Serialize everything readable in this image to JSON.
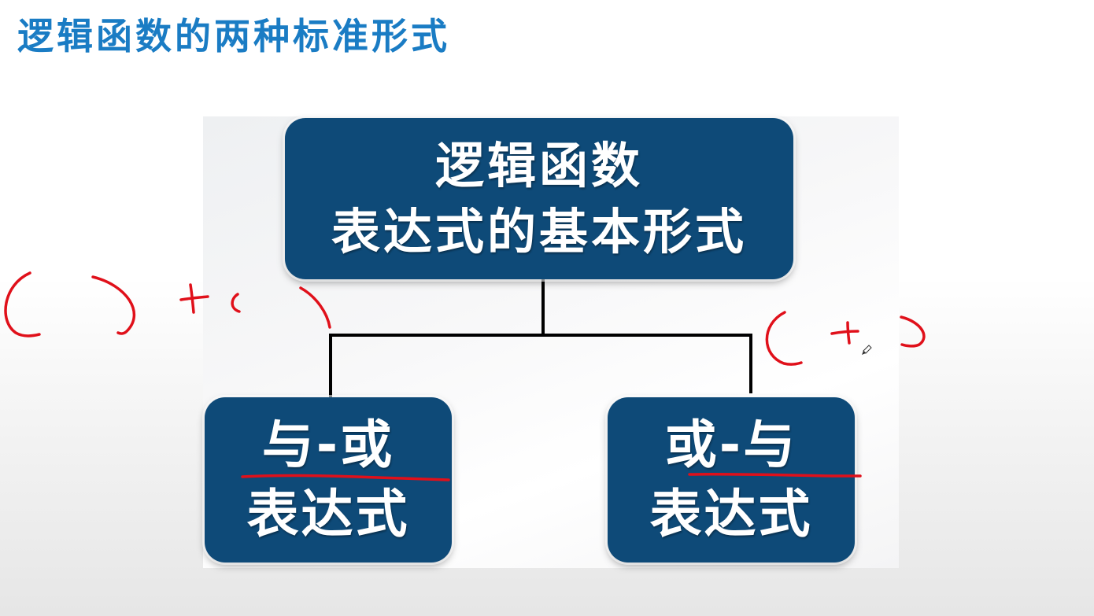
{
  "slide": {
    "title": "逻辑函数的两种标准形式"
  },
  "diagram": {
    "root": {
      "line1": "逻辑函数",
      "line2": "表达式的基本形式"
    },
    "left_child": {
      "line1": "与-或",
      "line2": "表达式"
    },
    "right_child": {
      "line1": "或-与",
      "line2": "表达式"
    }
  },
  "colors": {
    "title": "#1a7cc4",
    "node_fill": "#0e4a78",
    "node_text": "#ffffff",
    "connector": "#000000",
    "annotation_ink": "#e0101a"
  }
}
